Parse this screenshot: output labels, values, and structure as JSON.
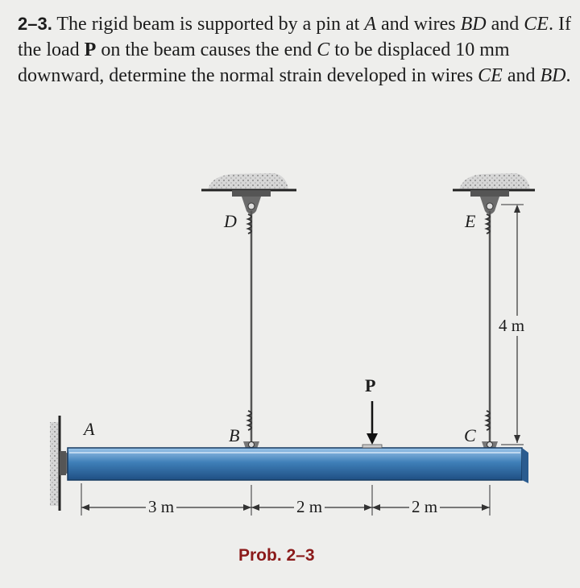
{
  "problem": {
    "number": "2–3.",
    "seg1": " The rigid beam is supported by a pin at ",
    "pt_a": "A",
    "seg2": " and wires ",
    "wire_bd": "BD",
    "seg3": " and ",
    "wire_ce": "CE",
    "seg4": ". If the load ",
    "load": "P",
    "seg5": " on the beam causes the end ",
    "pt_c": "C",
    "seg6": " to be displaced 10 mm downward, determine the normal strain developed in wires ",
    "wire_ce2": "CE",
    "seg7": " and ",
    "wire_bd2": "BD",
    "seg8": "."
  },
  "figure": {
    "labels": {
      "A": "A",
      "B": "B",
      "C": "C",
      "D": "D",
      "E": "E",
      "P": "P"
    },
    "dimensions": {
      "span_ab": "3 m",
      "span_bp": "2 m",
      "span_pc": "2 m",
      "wire_length": "4 m"
    },
    "beam_color": "#3f7fb8",
    "caption": "Prob. 2–3"
  }
}
